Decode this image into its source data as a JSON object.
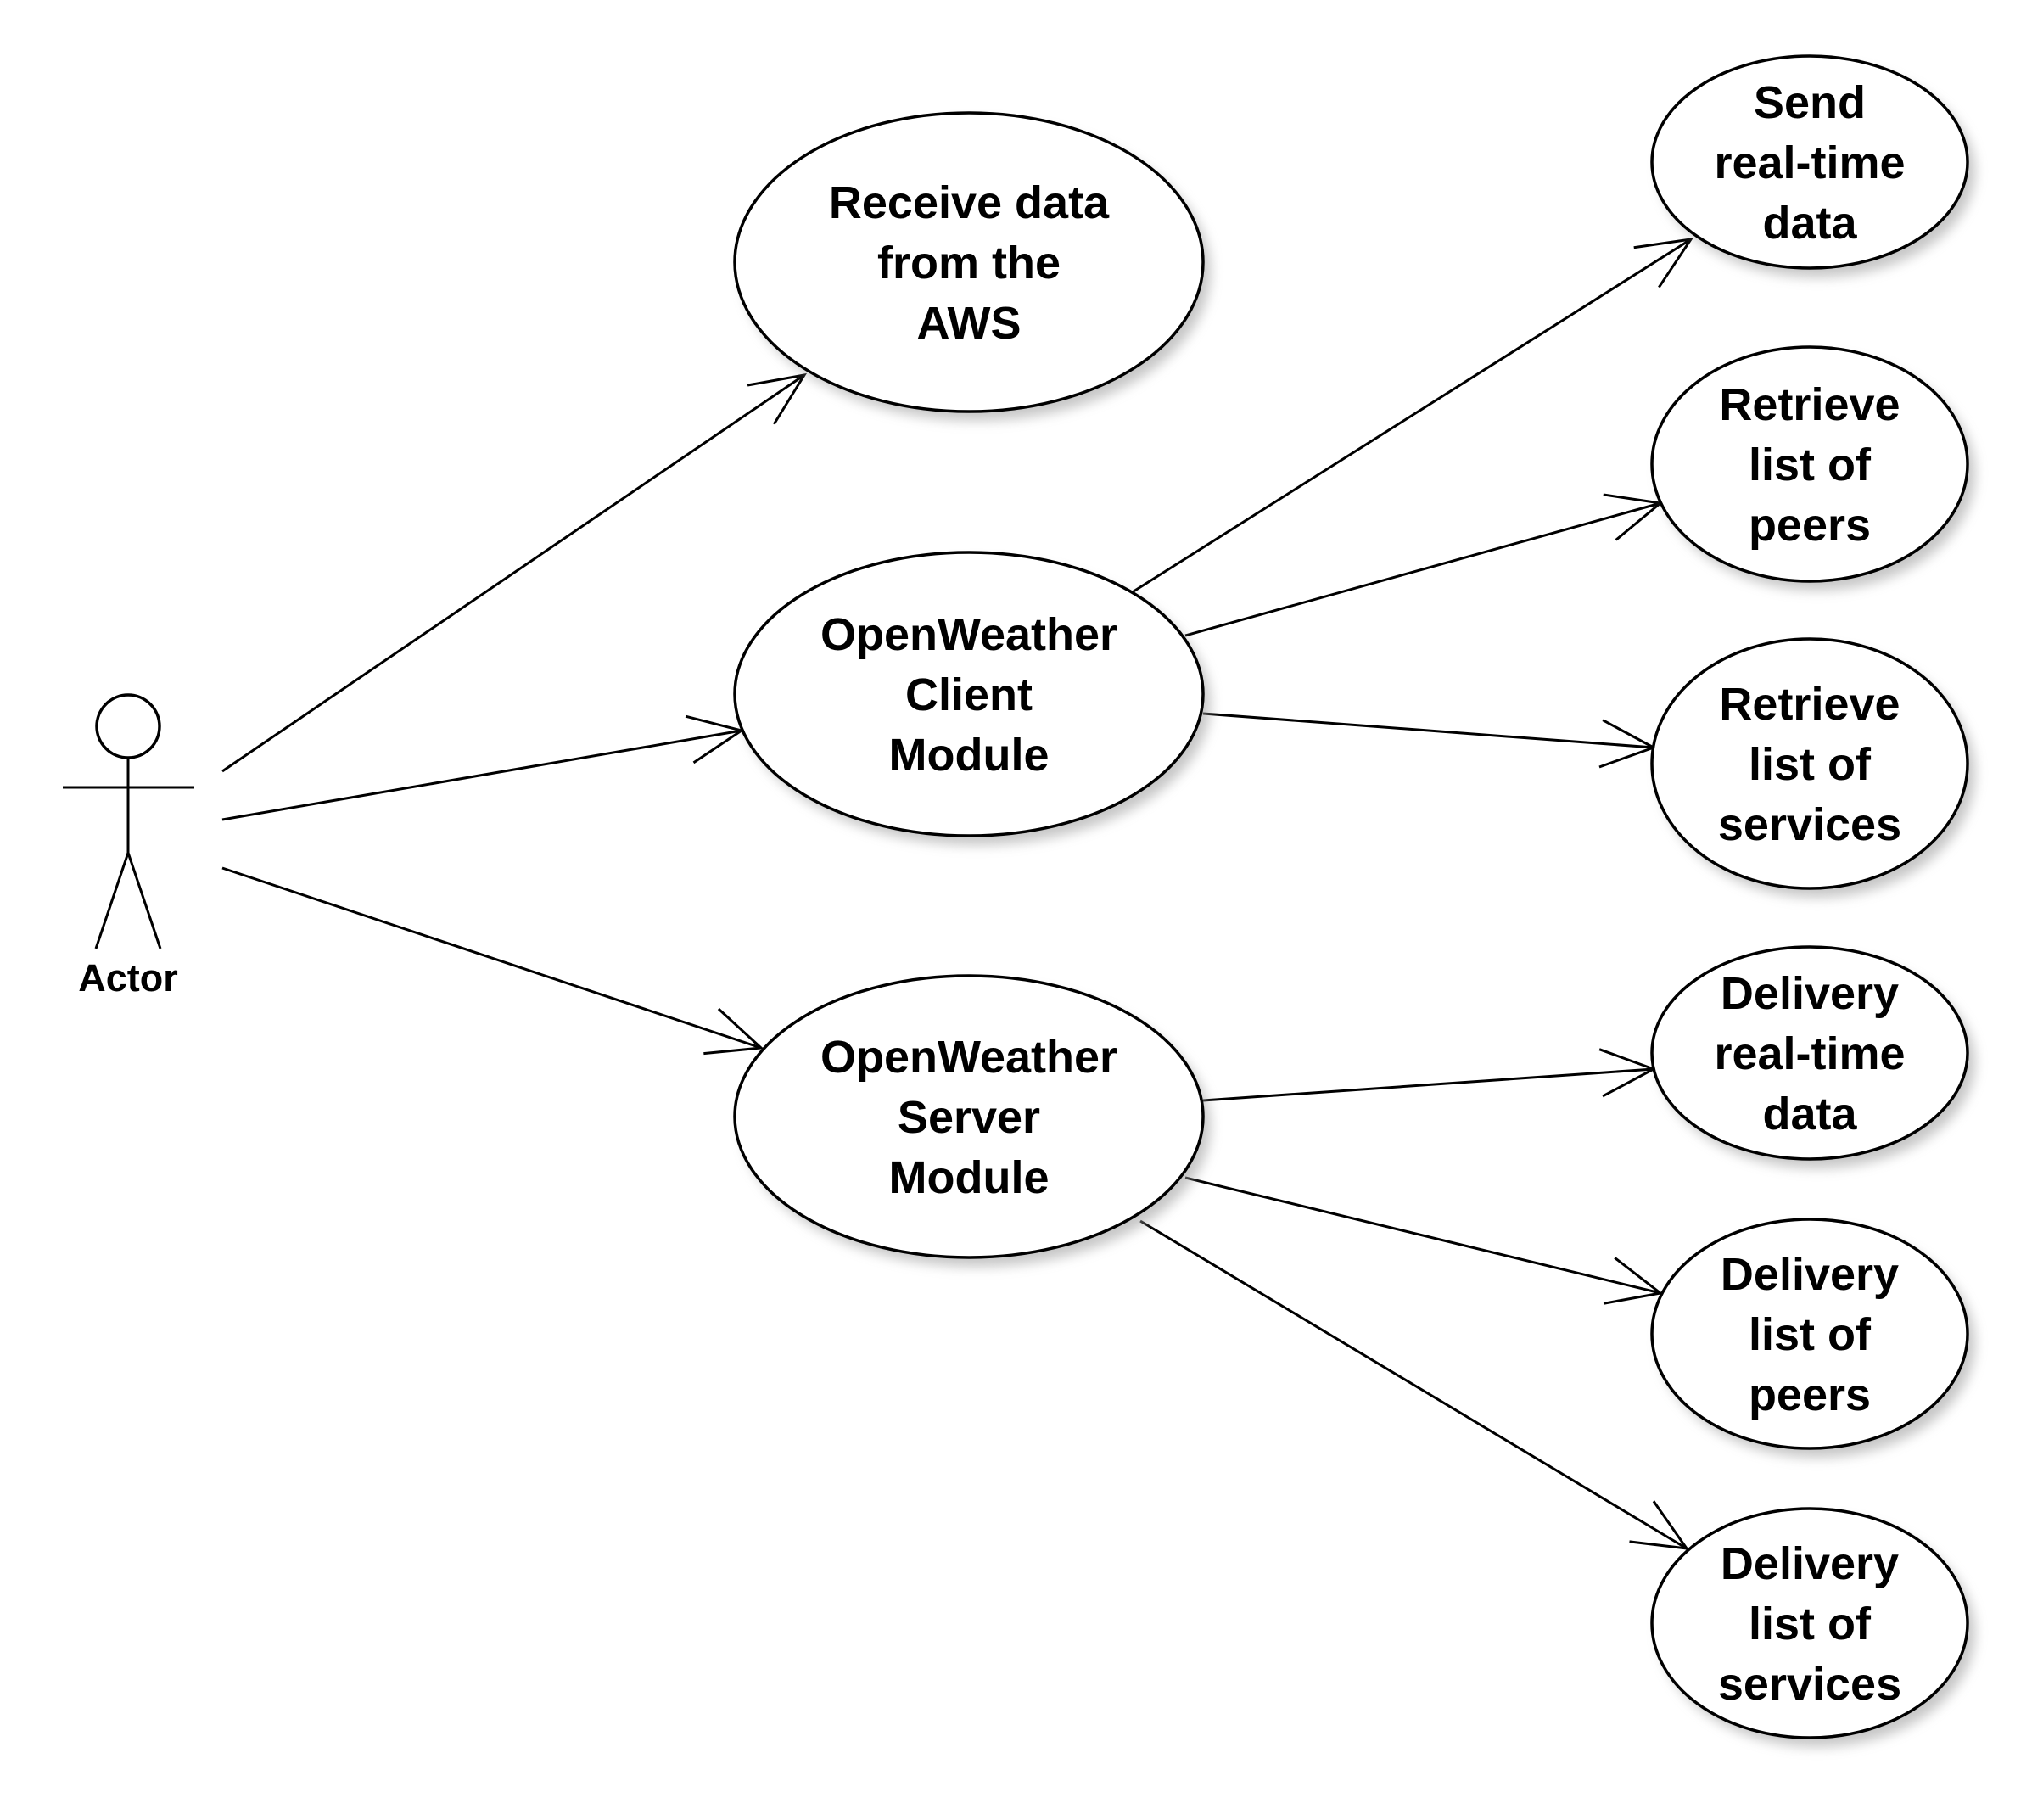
{
  "actor": {
    "label": "Actor"
  },
  "use_cases": [
    {
      "id": "receive-data-aws",
      "lines": [
        "Receive data",
        "from the",
        "AWS"
      ]
    },
    {
      "id": "openweather-client-module",
      "lines": [
        "OpenWeather",
        "Client",
        "Module"
      ]
    },
    {
      "id": "openweather-server-module",
      "lines": [
        "OpenWeather",
        "Server",
        "Module"
      ]
    },
    {
      "id": "send-real-time-data",
      "lines": [
        "Send",
        "real-time",
        "data"
      ]
    },
    {
      "id": "retrieve-list-of-peers",
      "lines": [
        "Retrieve",
        "list of",
        "peers"
      ]
    },
    {
      "id": "retrieve-list-of-services",
      "lines": [
        "Retrieve",
        "list of",
        "services"
      ]
    },
    {
      "id": "delivery-real-time-data",
      "lines": [
        "Delivery",
        "real-time",
        "data"
      ]
    },
    {
      "id": "delivery-list-of-peers",
      "lines": [
        "Delivery",
        "list of",
        "peers"
      ]
    },
    {
      "id": "delivery-list-of-services",
      "lines": [
        "Delivery",
        "list of",
        "services"
      ]
    }
  ],
  "associations": [
    {
      "from": "actor",
      "to": "receive-data-aws"
    },
    {
      "from": "actor",
      "to": "openweather-client-module"
    },
    {
      "from": "actor",
      "to": "openweather-server-module"
    },
    {
      "from": "openweather-client-module",
      "to": "send-real-time-data"
    },
    {
      "from": "openweather-client-module",
      "to": "retrieve-list-of-peers"
    },
    {
      "from": "openweather-client-module",
      "to": "retrieve-list-of-services"
    },
    {
      "from": "openweather-server-module",
      "to": "delivery-real-time-data"
    },
    {
      "from": "openweather-server-module",
      "to": "delivery-list-of-peers"
    },
    {
      "from": "openweather-server-module",
      "to": "delivery-list-of-services"
    }
  ]
}
